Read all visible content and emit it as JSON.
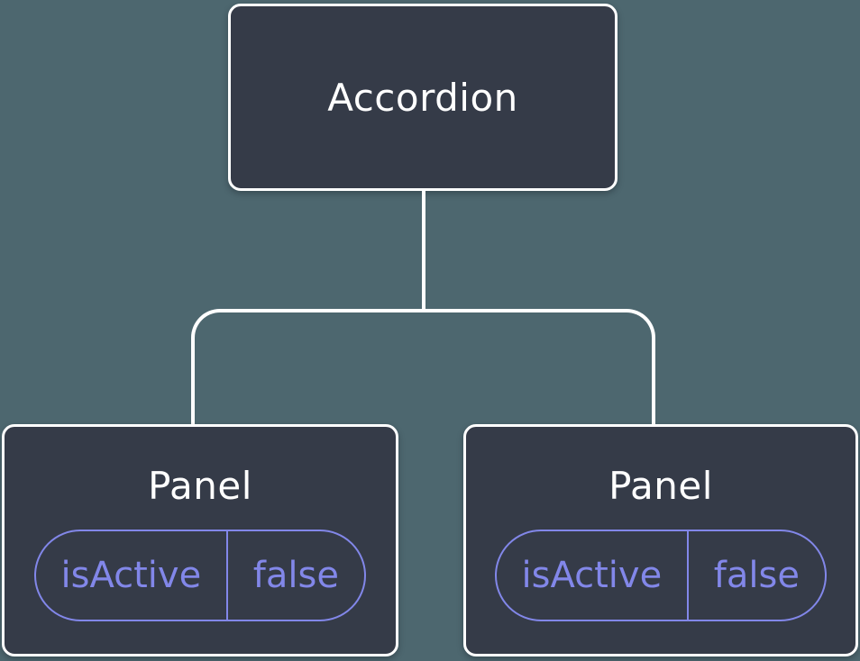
{
  "colors": {
    "background": "#4D676F",
    "node_fill": "#353B48",
    "node_border": "#FFFFFF",
    "connector": "#FFFFFF",
    "title_text": "#FFFFFF",
    "state_accent": "#8287E9"
  },
  "diagram": {
    "type": "component-tree",
    "root": {
      "label": "Accordion"
    },
    "children": [
      {
        "label": "Panel",
        "state": {
          "key": "isActive",
          "value": "false"
        }
      },
      {
        "label": "Panel",
        "state": {
          "key": "isActive",
          "value": "false"
        }
      }
    ]
  }
}
